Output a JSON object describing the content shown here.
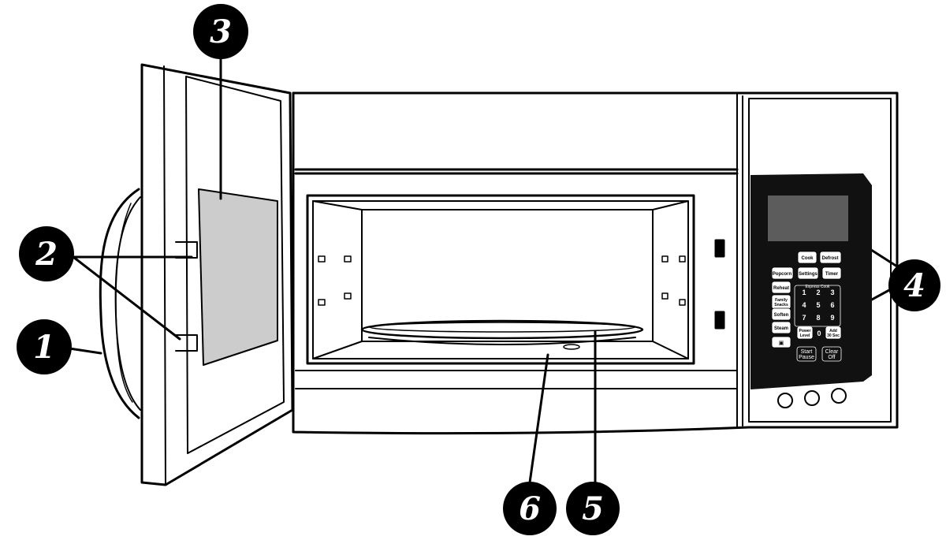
{
  "callouts": [
    {
      "id": "1",
      "label": "1"
    },
    {
      "id": "2",
      "label": "2"
    },
    {
      "id": "3",
      "label": "3"
    },
    {
      "id": "4",
      "label": "4"
    },
    {
      "id": "5",
      "label": "5"
    },
    {
      "id": "6",
      "label": "6"
    }
  ],
  "control_panel": {
    "keys": {
      "cook": "Cook",
      "defrost": "Defrost",
      "popcorn": "Popcorn",
      "settings": "Settings",
      "timer": "Timer",
      "reheat": "Reheat",
      "family_snacks_1": "Family",
      "family_snacks_2": "Snacks",
      "soften": "Soften",
      "steam": "Steam",
      "power_level_1": "Power",
      "power_level_2": "Level",
      "add30_1": "Add",
      "add30_2": "30 Sec",
      "start_pause_1": "Start",
      "start_pause_2": "Pause",
      "clear_off_1": "Clear",
      "clear_off_2": "Off"
    },
    "express_cook_label": "Express Cook",
    "digits": [
      "1",
      "2",
      "3",
      "4",
      "5",
      "6",
      "7",
      "8",
      "9",
      "0"
    ]
  },
  "colors": {
    "line": "#000000",
    "panel_black": "#111111",
    "window_gray": "#cccccc",
    "display_gray": "#5c5c5c"
  }
}
